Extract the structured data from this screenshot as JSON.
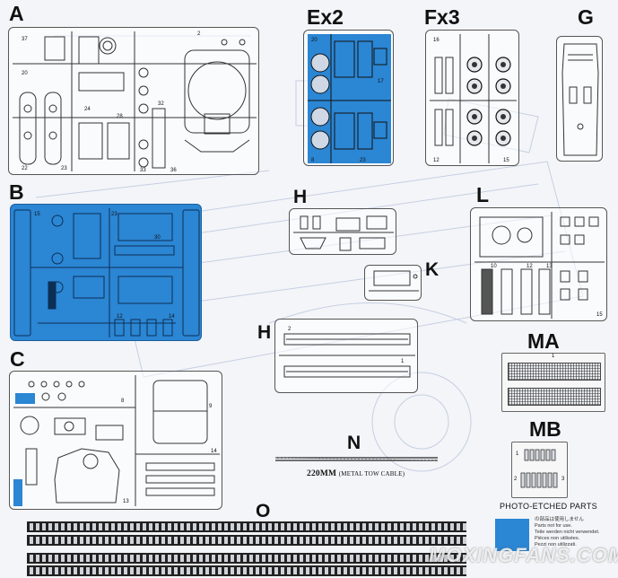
{
  "sprue_labels": {
    "a": "A",
    "ex2": "Ex2",
    "fx3": "Fx3",
    "g": "G",
    "b": "B",
    "h_top": "H",
    "k": "K",
    "l": "L",
    "h_bottom": "H",
    "c": "C",
    "ma": "MA",
    "n": "N",
    "mb": "MB",
    "o": "O"
  },
  "tow_cable": {
    "length": "220MM",
    "desc": "(METAL TOW CABLE)"
  },
  "photo_etched_label": "PHOTO-ETCHED PARTS",
  "mb_part_numbers": [
    "1",
    "2",
    "3"
  ],
  "ma_part_numbers": [
    "1"
  ],
  "legend": {
    "line1": "の部品は使用しません",
    "line2": "Parts not for use.",
    "line3": "Teile werden nicht verwendet.",
    "line4": "Pièces non utilisées.",
    "line5": "Pezzi non utilizzati."
  },
  "watermark": "MOXINGFANS.COM",
  "colors": {
    "unused_parts_blue": "#2b86d4",
    "sprue_outline": "#555555",
    "background": "#f4f5f8"
  }
}
